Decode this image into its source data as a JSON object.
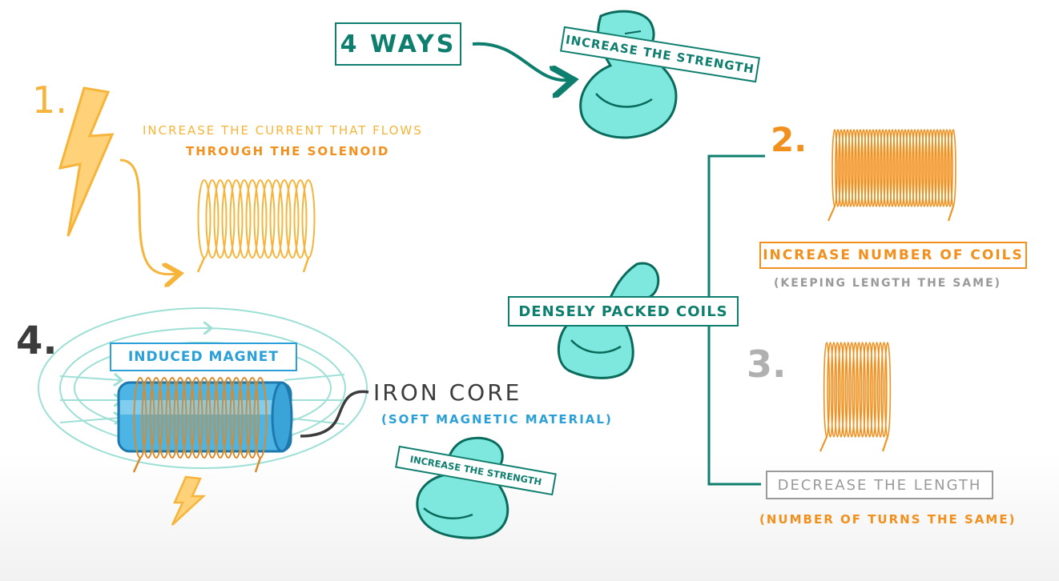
{
  "colors": {
    "teal": "#0e7f6e",
    "orange": "#f2901e",
    "gold": "#f6b53a",
    "gray": "#9a9a9a",
    "dark": "#3c3c3c",
    "blue": "#2a9fd8",
    "muscle": "#7ee7de",
    "field": "#9ee0d6"
  },
  "header": {
    "ways_label": "4 ways",
    "strength_label": "Increase the Strength"
  },
  "method1": {
    "number": "1.",
    "line1": "Increase the current that flows",
    "line2": "through the Solenoid"
  },
  "method2": {
    "number": "2.",
    "label": "Increase number of Coils",
    "note": "(keeping length the same)"
  },
  "method3": {
    "number": "3.",
    "label": "Decrease the Length",
    "note": "(Number of turns the same)"
  },
  "method4": {
    "number": "4.",
    "induced_label": "Induced magnet",
    "core_label": "Iron Core",
    "core_note": "(Soft magnetic material)",
    "strength_label": "Increase the Strength"
  },
  "center": {
    "label": "Densely packed coils"
  },
  "icons": [
    "lightning-bolt-icon",
    "muscle-arm-icon",
    "solenoid-coil-icon",
    "magnetic-field-lines-icon"
  ]
}
